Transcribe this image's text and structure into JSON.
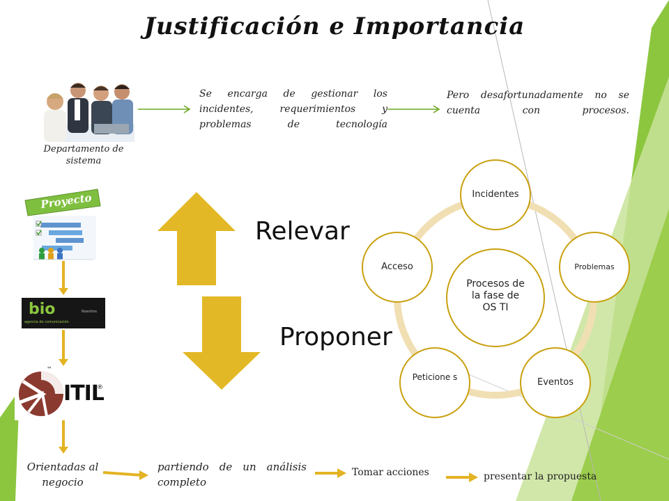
{
  "title": "Justificación e Importancia",
  "top_row": {
    "department_label": "Departamento de sistema",
    "description": "Se encarga de gestionar los incidentes, requerimientos y problemas de tecnología",
    "problem": "Pero desafortunadamente no se cuenta con procesos."
  },
  "left_column": {
    "project_banner": "Proyecto",
    "bio_logo_text": "bio",
    "bio_logo_sub": "agencia de comunicación",
    "bio_logo_nav": "Nosotros",
    "itil_logo_text": "ITIL",
    "itil_tm": "™",
    "itil_reg": "®"
  },
  "arrows": {
    "up_label": "Relevar",
    "down_label": "Proponer"
  },
  "cycle": {
    "center": "Procesos de la fase de OS TI",
    "nodes": [
      "Incidentes",
      "Problemas",
      "Eventos",
      "Peticione s",
      "Acceso"
    ]
  },
  "bottom_row": {
    "step1": "Orientadas al negocio",
    "step2": "partiendo de un análisis completo",
    "step3": "Tomar acciones",
    "step4": "presentar la propuesta"
  },
  "colors": {
    "green_dark": "#6aa51e",
    "green_light": "#c5e08a",
    "gold": "#e3b323",
    "ring": "#f1dfb4",
    "node_border": "#c9a00e"
  }
}
